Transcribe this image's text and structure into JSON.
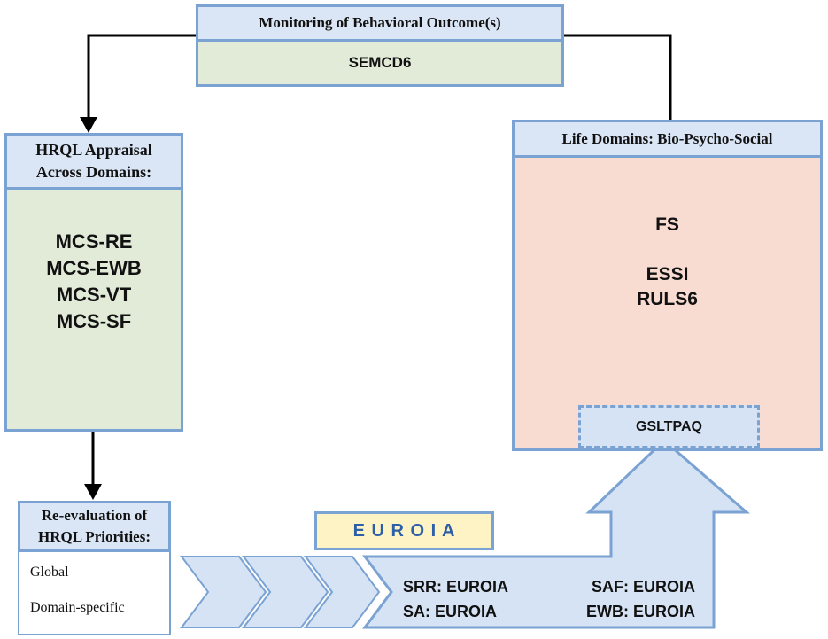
{
  "monitoring": {
    "title": "Monitoring of Behavioral Outcome(s)",
    "measure": "SEMCD6"
  },
  "hrql": {
    "title_line1": "HRQL Appraisal",
    "title_line2": "Across Domains:",
    "measures": [
      "MCS-RE",
      "MCS-EWB",
      "MCS-VT",
      "MCS-SF"
    ]
  },
  "life_domains": {
    "title": "Life Domains: Bio-Psycho-Social",
    "measure_1": "FS",
    "measure_2": "ESSI",
    "measure_3": "RULS6",
    "dashed_measure": "GSLTPAQ"
  },
  "reevaluation": {
    "title_line1": "Re-evaluation of",
    "title_line2": "HRQL Priorities:",
    "item_1": "Global",
    "item_2": "Domain-specific"
  },
  "euroia": {
    "label": "E U R O I A",
    "row1_left": "SRR: EUROIA",
    "row1_right": "SAF: EUROIA",
    "row2_left": "SA: EUROIA",
    "row2_right": "EWB: EUROIA"
  },
  "colors": {
    "header_fill": "#dae6f5",
    "header_border": "#7aa2d2",
    "green_fill": "#e1ebd8",
    "salmon_fill": "#f8dcd1",
    "arrow_fill": "#d5e3f4",
    "euroia_fill": "#fdf3c4"
  }
}
